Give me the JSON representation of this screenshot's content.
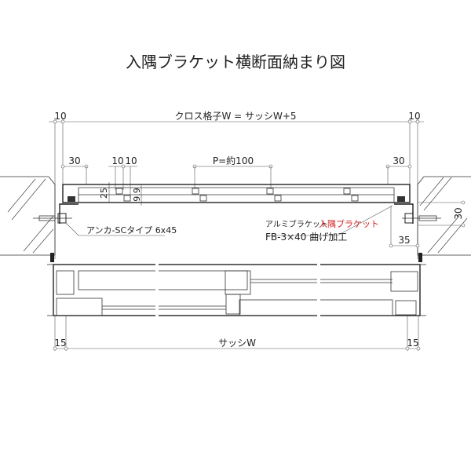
{
  "title": "入隅ブラケット横断面納まり図",
  "dimensions": {
    "top_overall": "クロス格子W = サッシW+5",
    "top_left_offset": "10",
    "top_right_offset": "10",
    "left_30": "30",
    "right_30": "30",
    "bar_10a": "10",
    "bar_10b": "10",
    "pitch": "P=約100",
    "height_25": "25",
    "height_99": "9.9",
    "bracket_30": "30",
    "bracket_35": "35",
    "bottom_overall": "サッシW",
    "bottom_left_15": "15",
    "bottom_right_15": "15"
  },
  "labels": {
    "anchor": "アンカ-SCタイプ 6x45",
    "bracket_material": "アルミブラケット",
    "bracket_name": "入隅ブラケット",
    "bracket_spec": "FB-3×40 曲げ加工"
  },
  "colors": {
    "annotation_red": "#d42020",
    "line": "#333333"
  }
}
